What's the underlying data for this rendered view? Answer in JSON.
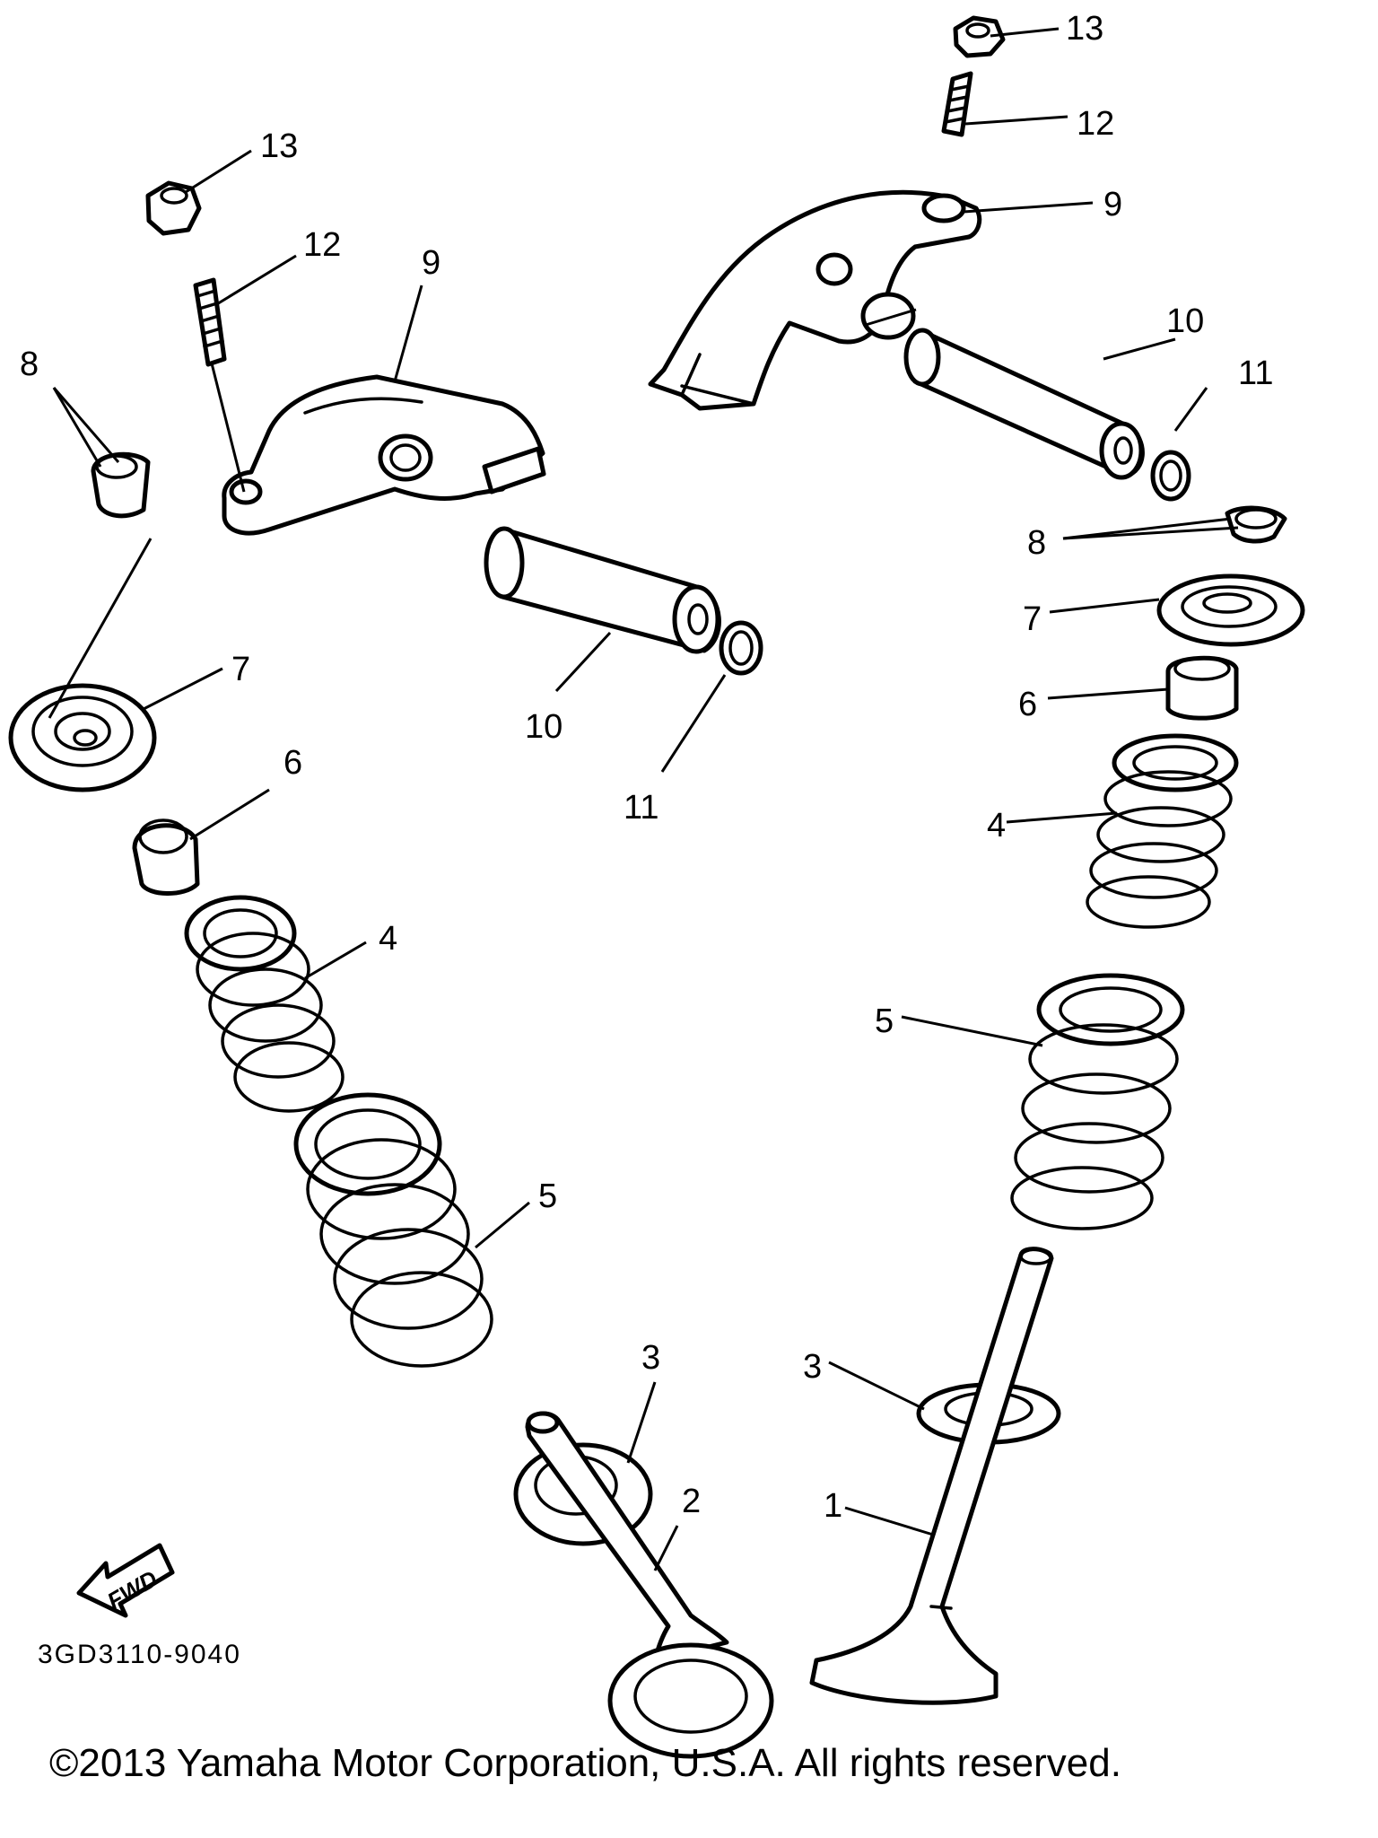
{
  "diagram": {
    "callouts": [
      "13",
      "12",
      "9",
      "8",
      "10",
      "11",
      "7",
      "6",
      "4",
      "5",
      "3",
      "2",
      "1",
      "13",
      "12",
      "9",
      "10",
      "11",
      "8",
      "7",
      "6",
      "4",
      "5",
      "3"
    ],
    "fwd_label": "FWD",
    "drawing_code": "3GD3110-9040"
  },
  "footer": {
    "copyright": "©2013 Yamaha Motor Corporation, U.S.A. All rights reserved."
  }
}
